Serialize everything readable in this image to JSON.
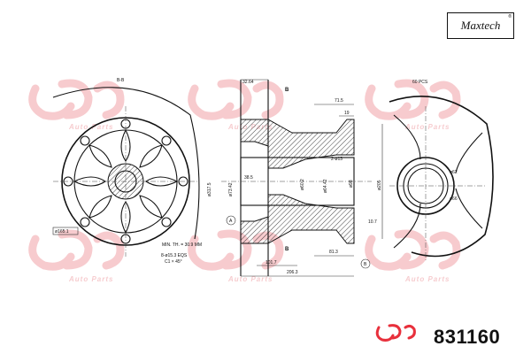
{
  "brand": {
    "logo": "Maxtech",
    "trademark": "®",
    "watermark_text": "Auto Parts",
    "accent_color": "#e8303c"
  },
  "part_number": "831160",
  "section_label": "B-B",
  "view_label": "60 PCS",
  "markers": {
    "section_b_top": "B",
    "section_b_bottom": "B",
    "datum_a": "A",
    "datum_b": "B"
  },
  "dimensions": {
    "d_32_64": "32.64",
    "d_71_5": "71.5",
    "d_19": "19",
    "d_2x13": "2-ø13",
    "d_38_5": "38.5",
    "d_317_5": "ø317.5",
    "d_73_42": "ø73.42",
    "d_60_2": "ø60.2",
    "d_64_42": "ø64.42",
    "d_98": "ø98",
    "d_205": "ø205",
    "d_10_7": "10.7",
    "d_81_3": "81.3",
    "d_101_7": "101.7",
    "d_206_3": "206.3",
    "d_62": "ø62",
    "d_66": "ø66",
    "d_165_1": "ø165.1",
    "min_th": "MIN. TH. = 30.9 MM",
    "bolt_note_1": "8-ø15.3 EQS",
    "bolt_note_2": "C1 × 45°"
  }
}
